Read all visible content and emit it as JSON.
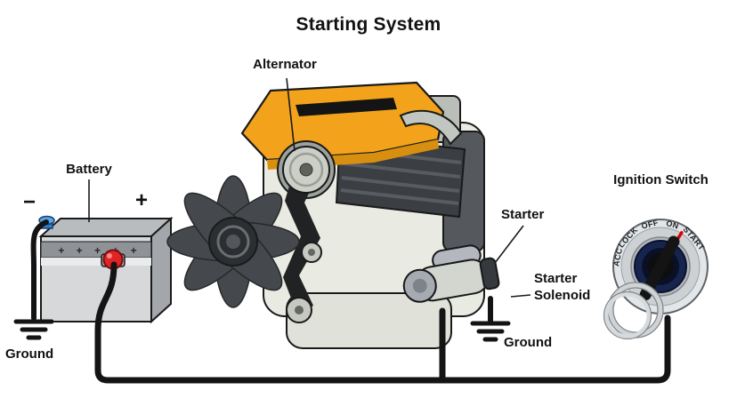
{
  "title": "Starting System",
  "labels": {
    "alternator": "Alternator",
    "battery": "Battery",
    "battery_minus": "−",
    "battery_plus": "+",
    "battery_face_marks": "+ + + + +",
    "ground_left": "Ground",
    "starter": "Starter",
    "starter_solenoid": "Starter Solenoid",
    "ground_center": "Ground",
    "ignition_switch": "Ignition Switch"
  },
  "ignition": {
    "positions": [
      "ACC",
      "LOCK",
      "OFF",
      "ON",
      "START"
    ]
  },
  "colors": {
    "engine_cover_orange": "#F2A31B",
    "wire_black": "#141414",
    "positive_terminal_red": "#E02424",
    "negative_terminal_blue": "#2E7FD0",
    "indicator_red": "#D90000"
  }
}
